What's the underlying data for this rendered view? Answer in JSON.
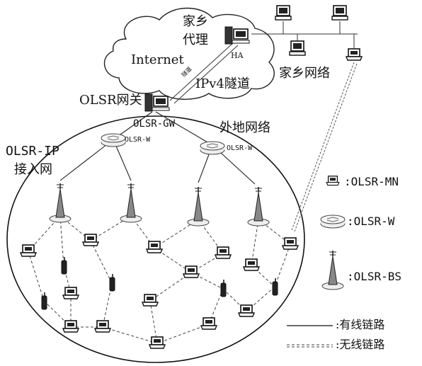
{
  "labels": {
    "home_agent_cn_1": "家乡",
    "home_agent_cn_2": "代理",
    "ha": "HA",
    "internet": "Internet",
    "home_network": "家乡网络",
    "ipv4_tunnel": "IPv4隧道",
    "tunnel_small": "隧道",
    "olsr_gateway": "OLSR网关",
    "olsr_gw": "OLSR-GW",
    "foreign_network": "外地网络",
    "olsr_ip_1": "OLSR-IP",
    "olsr_ip_2": "接入网",
    "olsr_w_1": "OLSR-W",
    "olsr_w_2": "OLSR-W"
  },
  "legend": {
    "mn": ":OLSR-MN",
    "w": ":OLSR-W",
    "bs": ":OLSR-BS",
    "wired": ":有线链路",
    "wireless": ":无线链路"
  },
  "icons": [
    "laptop-icon",
    "desktop-icon",
    "router-icon",
    "base-station-icon",
    "phone-icon"
  ]
}
